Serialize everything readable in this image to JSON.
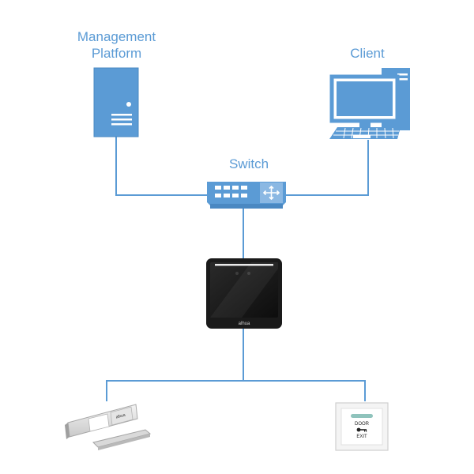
{
  "diagram": {
    "nodes": {
      "management_platform": {
        "line1": "Management",
        "line2": "Platform",
        "icon": "server-tower-icon"
      },
      "client": {
        "label": "Client",
        "icon": "desktop-computer-icon"
      },
      "switch": {
        "label": "Switch",
        "icon": "network-switch-icon"
      },
      "access_terminal": {
        "icon": "face-recognition-terminal-icon",
        "brand": "alhua"
      },
      "magnetic_lock": {
        "icon": "magnetic-lock-icon",
        "brand": "alhua"
      },
      "exit_button": {
        "icon": "exit-button-icon",
        "text_top": "DOOR",
        "text_bottom": "EXIT"
      }
    },
    "colors": {
      "accent": "#5b9bd5",
      "line": "#5b9bd5",
      "device_dark": "#1a1a1a"
    }
  }
}
